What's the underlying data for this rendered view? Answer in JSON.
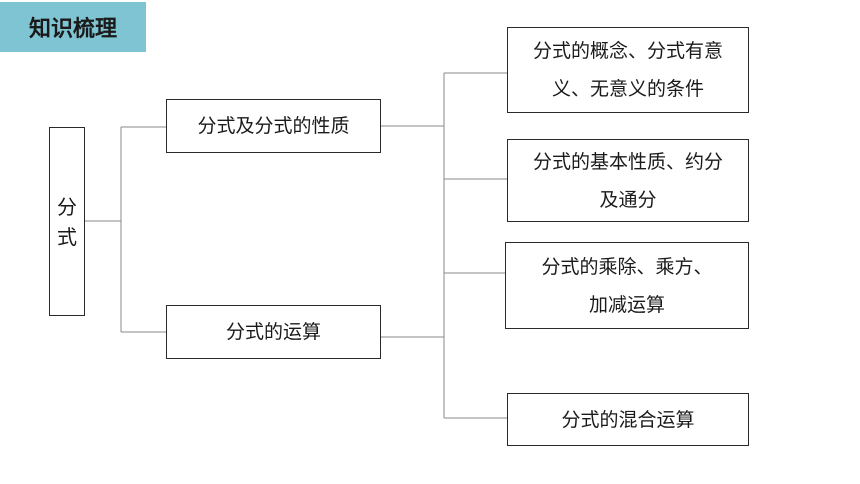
{
  "header": {
    "title": "知识梳理"
  },
  "diagram": {
    "root": {
      "char1": "分",
      "char2": "式"
    },
    "branches": [
      {
        "label": "分式及分式的性质",
        "children": [
          {
            "line1": "分式的概念、分式有意",
            "line2": "义、无意义的条件"
          },
          {
            "line1": "分式的基本性质、约分",
            "line2": "及通分"
          }
        ]
      },
      {
        "label": "分式的运算",
        "children": [
          {
            "line1": "分式的乘除、乘方、",
            "line2": "加减运算"
          },
          {
            "line1": "分式的混合运算",
            "line2": ""
          }
        ]
      }
    ]
  },
  "colors": {
    "header_bg": "#7fc4d2",
    "border": "#2a2a2a",
    "connector": "#8a8a8a"
  }
}
